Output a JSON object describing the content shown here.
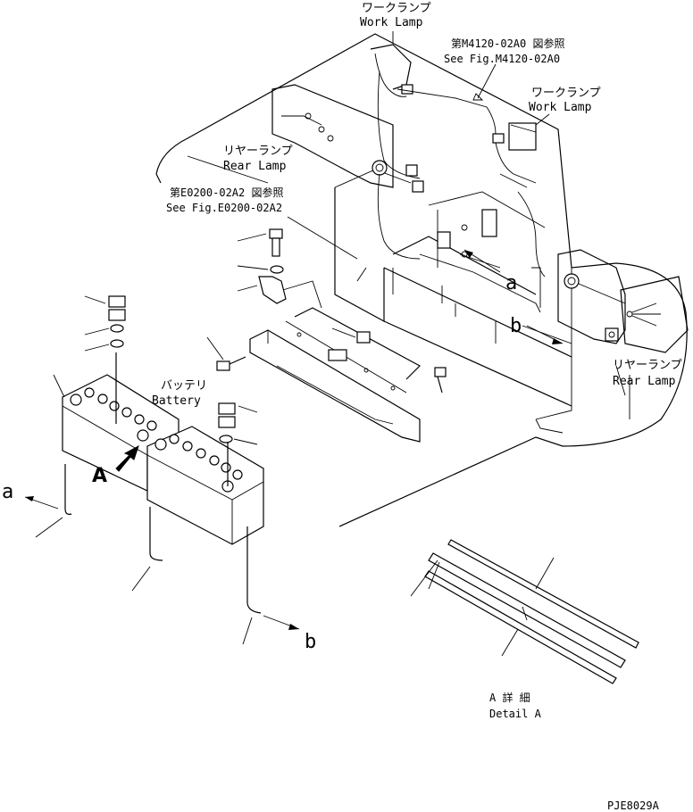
{
  "labels": {
    "work_lamp_top_jp": "ワークランプ",
    "work_lamp_top_en": "Work Lamp",
    "ref_m4120_jp": "第M4120-02A0 図参照",
    "ref_m4120_en": "See Fig.M4120-02A0",
    "work_lamp_right_jp": "ワークランプ",
    "work_lamp_right_en": "Work Lamp",
    "rear_lamp_left_jp": "リヤーランプ",
    "rear_lamp_left_en": "Rear Lamp",
    "ref_e0200_jp": "第E0200-02A2 図参照",
    "ref_e0200_en": "See Fig.E0200-02A2",
    "battery_jp": "バッテリ",
    "battery_en": "Battery",
    "rear_lamp_right_jp": "リヤーランプ",
    "rear_lamp_right_en": "Rear Lamp",
    "detail_a_jp": "A 詳 細",
    "detail_a_en": "Detail A",
    "drawing_no": "PJE8029A",
    "view_A": "A",
    "route_a_left": "a",
    "route_a_right": "a",
    "route_b_left": "b",
    "route_b_right": "b"
  }
}
